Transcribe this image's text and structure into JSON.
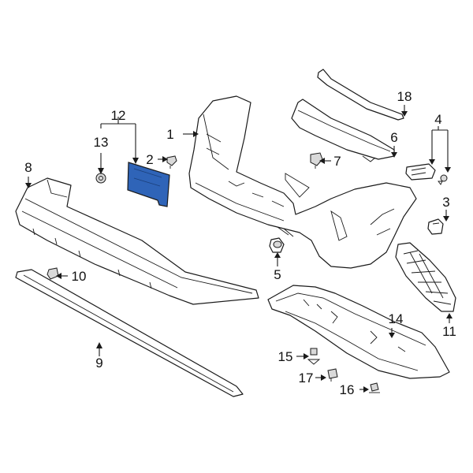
{
  "diagram": {
    "highlight_color": "#2f64b8",
    "highlighted_part": "12",
    "callouts": [
      "1",
      "2",
      "3",
      "4",
      "5",
      "6",
      "7",
      "8",
      "9",
      "10",
      "11",
      "12",
      "13",
      "14",
      "15",
      "16",
      "17",
      "18"
    ]
  }
}
